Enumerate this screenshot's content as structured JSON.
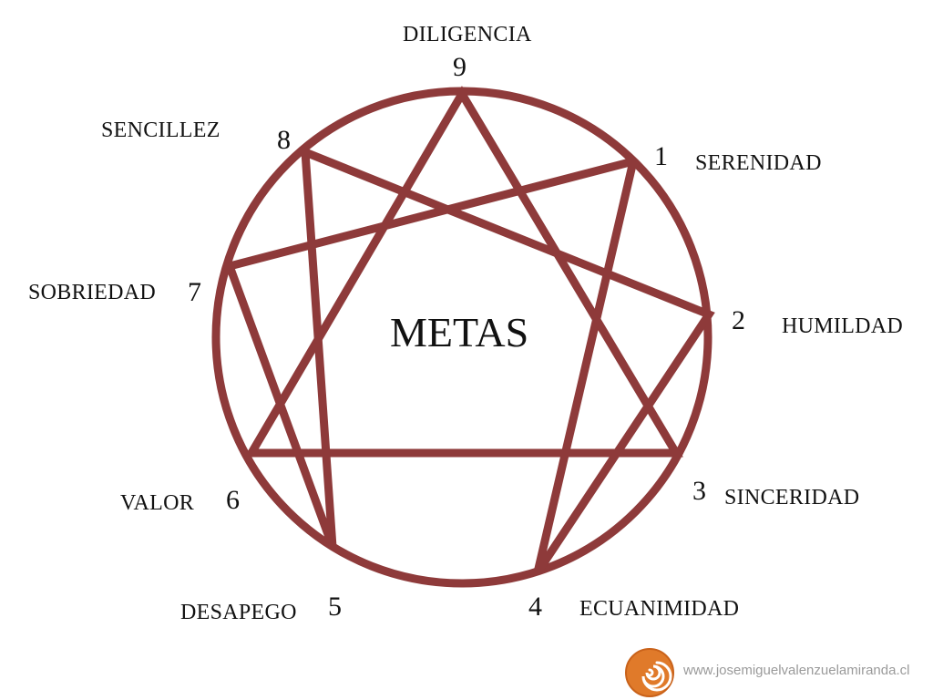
{
  "center_label": "METAS",
  "colors": {
    "stroke": "#8e3a3a",
    "text": "#111111",
    "logo": "#e07a2a",
    "footer": "#9a9a9a"
  },
  "points": [
    {
      "number": "9",
      "virtue": "DILIGENCIA"
    },
    {
      "number": "1",
      "virtue": "SERENIDAD"
    },
    {
      "number": "2",
      "virtue": "HUMILDAD"
    },
    {
      "number": "3",
      "virtue": "SINCERIDAD"
    },
    {
      "number": "4",
      "virtue": "ECUANIMIDAD"
    },
    {
      "number": "5",
      "virtue": "DESAPEGO"
    },
    {
      "number": "6",
      "virtue": "VALOR"
    },
    {
      "number": "7",
      "virtue": "SOBRIEDAD"
    },
    {
      "number": "8",
      "virtue": "SENCILLEZ"
    }
  ],
  "footer": {
    "url": "www.josemiguelvalenzuelamiranda.cl",
    "logo_icon": "orange-spiral-logo-icon"
  }
}
